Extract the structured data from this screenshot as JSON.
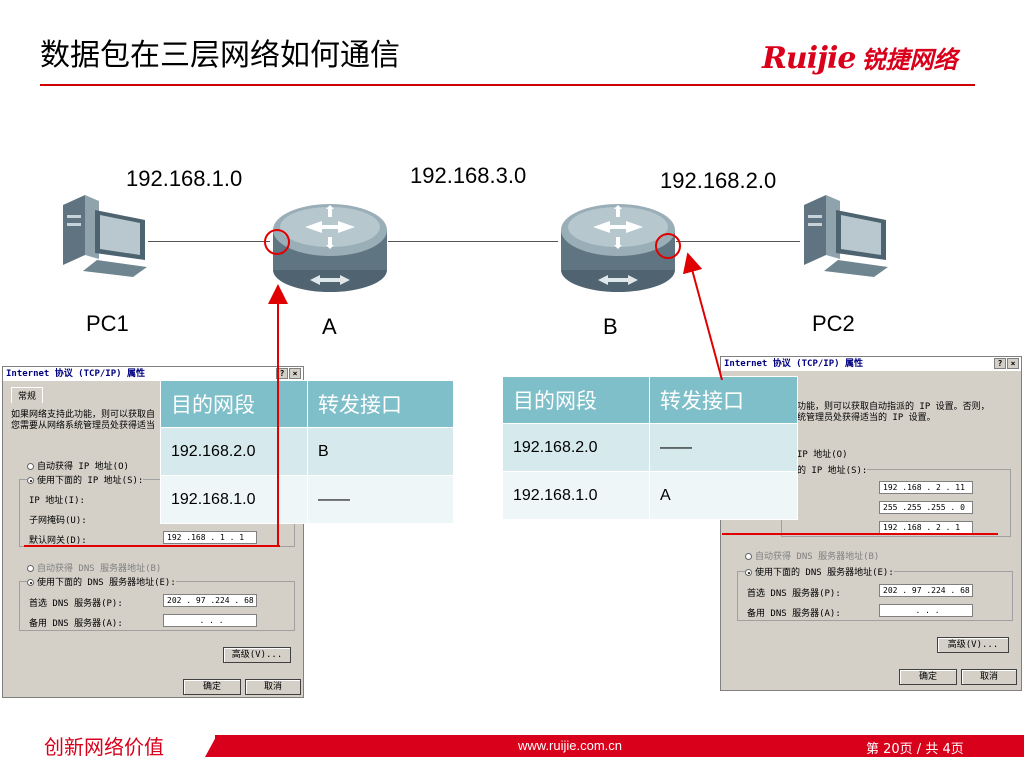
{
  "slide": {
    "title": "数据包在三层网络如何通信",
    "logo_en": "Ruijie",
    "logo_cn": "锐捷网络"
  },
  "networks": {
    "left": "192.168.1.0",
    "middle": "192.168.3.0",
    "right": "192.168.2.0"
  },
  "devices": {
    "pc1": "PC1",
    "router_a": "A",
    "router_b": "B",
    "pc2": "PC2"
  },
  "tables": {
    "headers": [
      "目的网段",
      "转发接口"
    ],
    "router_a": [
      [
        "192.168.2.0",
        "B"
      ],
      [
        "192.168.1.0",
        "——"
      ]
    ],
    "router_b": [
      [
        "192.168.2.0",
        "——"
      ],
      [
        "192.168.1.0",
        "A"
      ]
    ]
  },
  "dialog_left": {
    "title": "Internet 协议 (TCP/IP) 属性",
    "tab": "常规",
    "desc1": "如果网络支持此功能，则可以获取自",
    "desc2": "您需要从网络系统管理员处获得适当",
    "auto_ip": "自动获得 IP 地址(O)",
    "manual_ip": "使用下面的 IP 地址(S):",
    "ip_label": "IP 地址(I):",
    "mask_label": "子网掩码(U):",
    "gateway_label": "默认网关(D):",
    "gateway_value": "192 .168 . 1  . 1",
    "auto_dns": "自动获得 DNS 服务器地址(B)",
    "manual_dns": "使用下面的 DNS 服务器地址(E):",
    "dns1_label": "首选 DNS 服务器(P):",
    "dns1_value": "202 . 97 .224 . 68",
    "dns2_label": "备用 DNS 服务器(A):",
    "dns2_value": ".    .    .",
    "advanced": "高级(V)...",
    "ok": "确定",
    "cancel": "取消"
  },
  "dialog_right": {
    "title": "Internet 协议 (TCP/IP) 属性",
    "desc1": "功能，则可以获取自动指派的 IP 设置。否则，",
    "desc2": "统管理员处获得适当的 IP 设置。",
    "auto_ip_partial": "IP 地址(O)",
    "manual_ip_partial": "的 IP 地址(S):",
    "ip_value": "192 .168 . 2  . 11",
    "mask_value": "255 .255 .255 . 0",
    "gateway_value": "192 .168 . 2  . 1",
    "auto_dns": "自动获得 DNS 服务器地址(B)",
    "manual_dns": "使用下面的 DNS 服务器地址(E):",
    "dns1_label": "首选 DNS 服务器(P):",
    "dns1_value": "202 . 97 .224 . 68",
    "dns2_label": "备用 DNS 服务器(A):",
    "dns2_value": ".    .    .",
    "advanced": "高级(V)...",
    "ok": "确定",
    "cancel": "取消"
  },
  "footer": {
    "slogan": "创新网络价值",
    "url": "www.ruijie.com.cn",
    "page": "第 20页 / 共 4页"
  },
  "colors": {
    "brand_red": "#d9001b",
    "table_header": "#7fbfc9",
    "annotation_red": "#e00000"
  }
}
